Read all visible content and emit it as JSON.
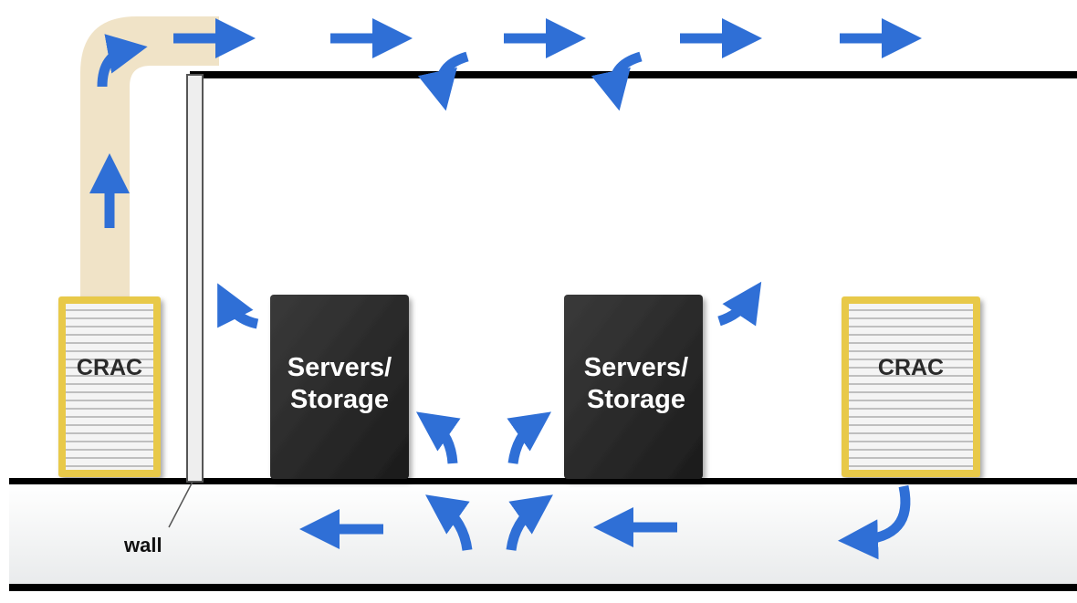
{
  "labels": {
    "crac_left": "CRAC",
    "crac_right": "CRAC",
    "server_left_line1": "Servers/",
    "server_left_line2": "Storage",
    "server_right_line1": "Servers/",
    "server_right_line2": "Storage",
    "wall": "wall"
  },
  "colors": {
    "arrow": "#2f6fd6",
    "crac_frame": "#e8c94a",
    "server_fill": "#2b2b2b",
    "duct": "#efe2c4",
    "floor_line": "#000000",
    "plenum": "#f3f4f5"
  }
}
